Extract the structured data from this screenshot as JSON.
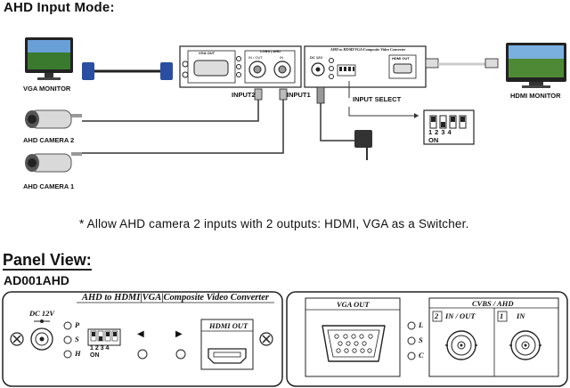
{
  "titles": {
    "ahd_input_mode": "AHD Input Mode:",
    "panel_view": "Panel View:",
    "model": "AD001AHD"
  },
  "devices": {
    "vga_monitor": "VGA MONITOR",
    "hdmi_monitor": "HDMI MONITOR",
    "camera2": "AHD CAMERA 2",
    "camera1": "AHD CAMERA 1"
  },
  "connectors": {
    "input2": "INPUT2",
    "input1": "INPUT1",
    "input_select": "INPUT  SELECT",
    "arrow_left": "◀",
    "arrow_right": "▶"
  },
  "note": "* Allow AHD camera 2 inputs with 2 outputs: HDMI, VGA as a Switcher.",
  "dip": {
    "numbers": [
      "1",
      "2",
      "3",
      "4"
    ],
    "on_label": "ON"
  },
  "front_panel": {
    "title": "AHD to HDMI|VGA|Composite Video Converter",
    "dc_label": "DC 12V",
    "led_p": "P",
    "led_s": "S",
    "led_h": "H",
    "hdmi_out": "HDMI  OUT",
    "dip_on": "ON",
    "dip_numbers": "1 2 3 4"
  },
  "rear_panel": {
    "vga_out": "VGA OUT",
    "cvbs_ahd": "CVBS / AHD",
    "port2_num": "2",
    "port2_label": "IN / OUT",
    "port1_num": "1",
    "port1_label": "IN",
    "led_l": "L",
    "led_s": "S",
    "led_c": "C"
  },
  "top_units": {
    "rear_vga_out": "VGA  OUT",
    "rear_cvbs": "CVBS | AHD",
    "rear_in_out": "IN / OUT",
    "rear_in": "IN",
    "front_title": "AHD to HDMI/VGA/Composite Video Converter",
    "front_dc": "DC 12V",
    "front_hdmi": "HDMI  OUT"
  }
}
